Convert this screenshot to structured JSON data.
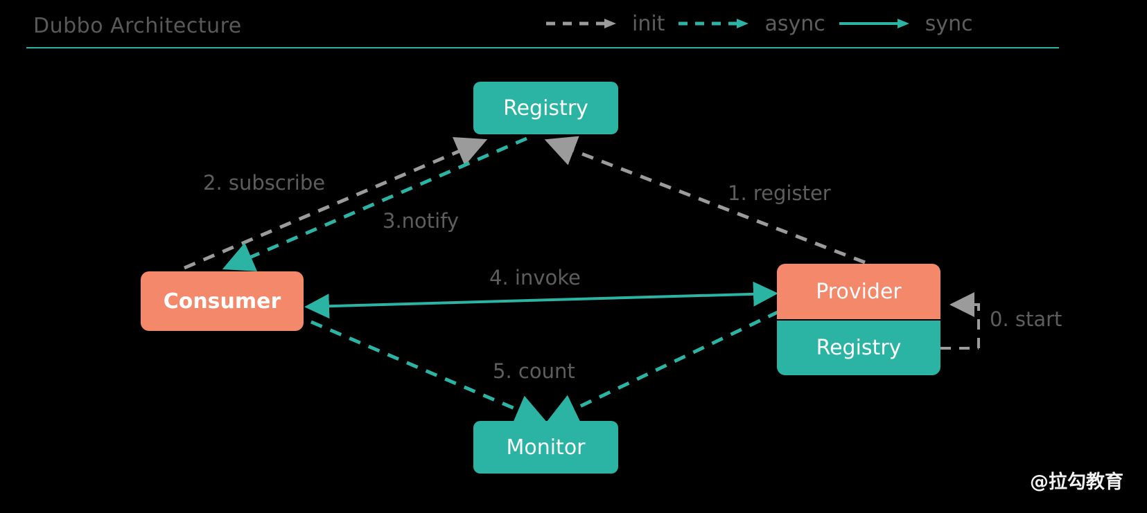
{
  "header": {
    "title": "Dubbo Architecture",
    "rule_color": "#2bb3a3"
  },
  "legend": {
    "items": [
      {
        "label": "init",
        "style": "dashed",
        "color": "#9b9b9b",
        "icon": "dashed-arrow-icon"
      },
      {
        "label": "async",
        "style": "dashed",
        "color": "#2bb3a3",
        "icon": "dashed-arrow-icon"
      },
      {
        "label": "sync",
        "style": "solid",
        "color": "#2bb3a3",
        "icon": "solid-arrow-icon"
      }
    ]
  },
  "nodes": {
    "registry_top": {
      "label": "Registry",
      "color": "#2bb3a3"
    },
    "consumer": {
      "label": "Consumer",
      "color": "#f4886a"
    },
    "provider": {
      "label": "Provider",
      "color": "#f4886a"
    },
    "provider_registry": {
      "label": "Registry",
      "color": "#2bb3a3"
    },
    "monitor": {
      "label": "Monitor",
      "color": "#2bb3a3"
    }
  },
  "edges": {
    "start": {
      "label": "0. start",
      "style": "dashed",
      "color": "#9b9b9b",
      "from": "provider_registry",
      "to": "provider"
    },
    "register": {
      "label": "1. register",
      "style": "dashed",
      "color": "#9b9b9b",
      "from": "provider",
      "to": "registry_top"
    },
    "subscribe": {
      "label": "2. subscribe",
      "style": "dashed",
      "color": "#9b9b9b",
      "from": "consumer",
      "to": "registry_top"
    },
    "notify": {
      "label": "3.notify",
      "style": "dashed",
      "color": "#2bb3a3",
      "from": "registry_top",
      "to": "consumer"
    },
    "invoke": {
      "label": "4. invoke",
      "style": "solid",
      "color": "#2bb3a3",
      "from": "consumer",
      "to": "provider",
      "bidirectional": true
    },
    "count": {
      "label": "5. count",
      "style": "dashed",
      "color": "#2bb3a3",
      "from": [
        "consumer",
        "provider"
      ],
      "to": "monitor"
    }
  },
  "watermark": {
    "text": "@拉勾教育"
  },
  "colors": {
    "background": "#000000",
    "teal": "#2bb3a3",
    "salmon": "#f4886a",
    "gray": "#9b9b9b",
    "text_gray": "#5e5e5e"
  }
}
